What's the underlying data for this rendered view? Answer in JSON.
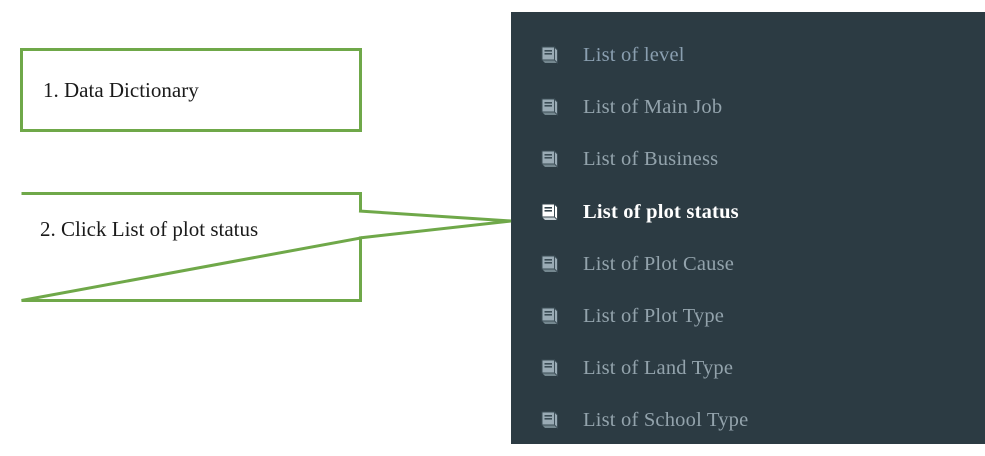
{
  "panel": {
    "background_color": "#2c3b43",
    "items": [
      {
        "label": "List of level",
        "icon": "book-icon",
        "state": "tinted"
      },
      {
        "label": "List of Main Job",
        "icon": "book-icon",
        "state": "normal"
      },
      {
        "label": "List of Business",
        "icon": "book-icon",
        "state": "normal"
      },
      {
        "label": "List of plot status",
        "icon": "book-icon",
        "state": "active"
      },
      {
        "label": "List of Plot Cause",
        "icon": "book-icon",
        "state": "normal"
      },
      {
        "label": "List of Plot Type",
        "icon": "book-icon",
        "state": "normal"
      },
      {
        "label": "List of Land Type",
        "icon": "book-icon",
        "state": "normal"
      },
      {
        "label": "List of School Type",
        "icon": "book-icon",
        "state": "normal"
      }
    ]
  },
  "annotations": {
    "accent_color": "#6fa849",
    "step_1": {
      "text": "1. Data Dictionary"
    },
    "step_2": {
      "text": "2. Click List of plot status"
    }
  }
}
